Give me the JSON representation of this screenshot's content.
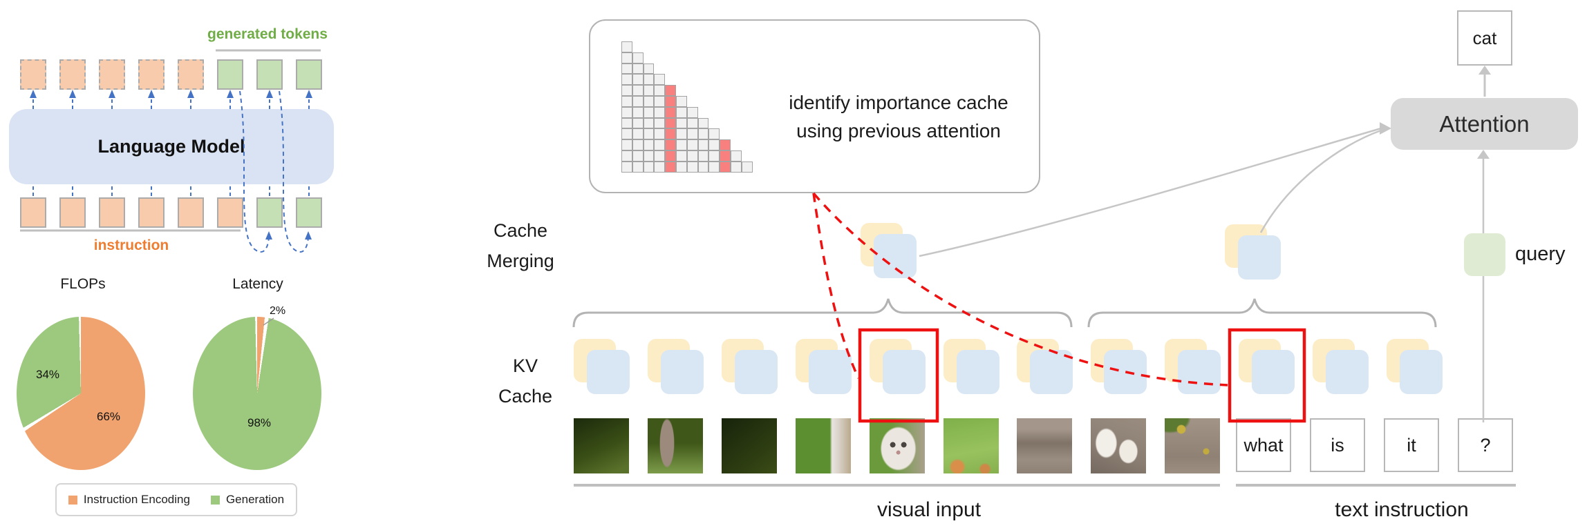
{
  "colors": {
    "token_orange": "#f8cbad",
    "token_green": "#c5e0b4",
    "model_box_blue": "#dae3f3",
    "arrow_blue": "#4472c4",
    "label_green": "#70ad47",
    "label_orange": "#ed7d31",
    "pie_orange": "#f0a36e",
    "pie_green": "#9dc97e",
    "kv_yellow": "#fcedc7",
    "kv_blue": "#d9e6f4",
    "query_green": "#dfecd3",
    "highlight_red": "#ee1111",
    "matrix_red": "#f8817f",
    "attention_gray": "#d9d9d9"
  },
  "left_diagram": {
    "generated_tokens_label": "generated tokens",
    "model_label": "Language Model",
    "instruction_label": "instruction",
    "top_row": {
      "orange_dashed_count": 5,
      "green_count": 3
    },
    "bottom_row": {
      "orange_count": 6,
      "green_count": 2
    }
  },
  "chart_data": [
    {
      "type": "pie",
      "title": "FLOPs",
      "labels": [
        "Instruction Encoding",
        "Generation"
      ],
      "values": [
        66,
        34
      ],
      "colors": [
        "#f0a36e",
        "#9dc97e"
      ],
      "data_labels": [
        "66%",
        "34%"
      ],
      "start_angle_deg": 0,
      "direction": "clockwise",
      "legend_position": "bottom"
    },
    {
      "type": "pie",
      "title": "Latency",
      "labels": [
        "Instruction Encoding",
        "Generation"
      ],
      "values": [
        2,
        98
      ],
      "colors": [
        "#f0a36e",
        "#9dc97e"
      ],
      "data_labels": [
        "2%",
        "98%"
      ],
      "start_angle_deg": 0,
      "direction": "clockwise",
      "legend_position": "bottom"
    }
  ],
  "legend": {
    "items": [
      {
        "label": "Instruction Encoding",
        "color": "#f0a36e"
      },
      {
        "label": "Generation",
        "color": "#9dc97e"
      }
    ]
  },
  "pipeline": {
    "note_line1": "identify importance cache",
    "note_line2": "using previous attention",
    "cache_merging_line1": "Cache",
    "cache_merging_line2": "Merging",
    "kv_cache_line1": "KV",
    "kv_cache_line2": "Cache",
    "attention_label": "Attention",
    "output_token": "cat",
    "query_label": "query",
    "visual_input_label": "visual input",
    "text_instruction_label": "text instruction",
    "text_tokens": [
      "what",
      "is",
      "it",
      "?"
    ],
    "visual_patches": [
      "blurred-green-background",
      "cat-tail-on-green",
      "dark-green-background",
      "green-grass-cat-body-edge",
      "cat-face",
      "green-grass",
      "pavement",
      "cat-paws-on-pavement",
      "pavement-with-leaves"
    ],
    "kv_pair_count": 12,
    "highlighted_kv_pairs": [
      5,
      10
    ],
    "attention_matrix": {
      "rows": 12,
      "type": "lower-triangular",
      "red_cells": [
        [
          5,
          5
        ],
        [
          6,
          5
        ],
        [
          7,
          5
        ],
        [
          8,
          5
        ],
        [
          9,
          5
        ],
        [
          10,
          5
        ],
        [
          11,
          5
        ],
        [
          12,
          5
        ],
        [
          10,
          10
        ],
        [
          11,
          10
        ],
        [
          12,
          10
        ]
      ]
    }
  }
}
